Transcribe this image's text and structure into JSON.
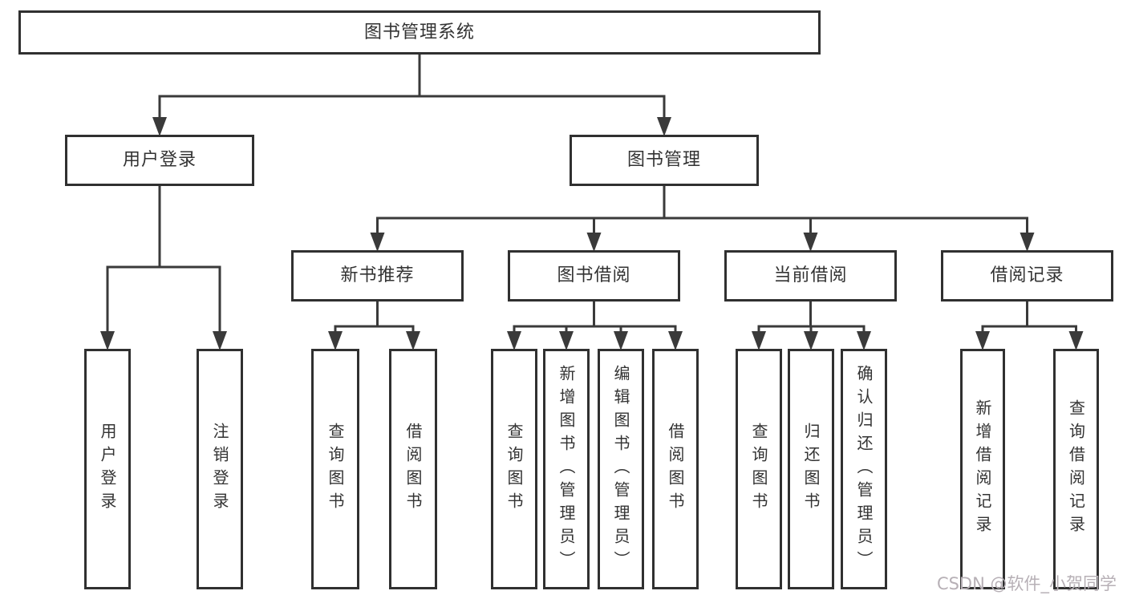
{
  "diagram": {
    "type": "tree",
    "title": "图书管理系统",
    "nodes": [
      {
        "id": "root",
        "label": "图书管理系统",
        "parent": null
      },
      {
        "id": "user-login",
        "label": "用户登录",
        "parent": "root"
      },
      {
        "id": "book-mgmt",
        "label": "图书管理",
        "parent": "root"
      },
      {
        "id": "login",
        "label": "用户登录",
        "parent": "user-login"
      },
      {
        "id": "logout",
        "label": "注销登录",
        "parent": "user-login"
      },
      {
        "id": "new-book-rec",
        "label": "新书推荐",
        "parent": "book-mgmt"
      },
      {
        "id": "book-borrow",
        "label": "图书借阅",
        "parent": "book-mgmt"
      },
      {
        "id": "current-borrow",
        "label": "当前借阅",
        "parent": "book-mgmt"
      },
      {
        "id": "borrow-record",
        "label": "借阅记录",
        "parent": "book-mgmt"
      },
      {
        "id": "rec-query-book",
        "label": "查询图书",
        "parent": "new-book-rec"
      },
      {
        "id": "rec-borrow-book",
        "label": "借阅图书",
        "parent": "new-book-rec"
      },
      {
        "id": "bb-query-book",
        "label": "查询图书",
        "parent": "book-borrow"
      },
      {
        "id": "bb-add-book",
        "label": "新增图书（管理员）",
        "parent": "book-borrow"
      },
      {
        "id": "bb-edit-book",
        "label": "编辑图书（管理员）",
        "parent": "book-borrow"
      },
      {
        "id": "bb-borrow-book",
        "label": "借阅图书",
        "parent": "book-borrow"
      },
      {
        "id": "cb-query-book",
        "label": "查询图书",
        "parent": "current-borrow"
      },
      {
        "id": "cb-return-book",
        "label": "归还图书",
        "parent": "current-borrow"
      },
      {
        "id": "cb-confirm-return",
        "label": "确认归还（管理员）",
        "parent": "current-borrow"
      },
      {
        "id": "br-add-record",
        "label": "新增借阅记录",
        "parent": "borrow-record"
      },
      {
        "id": "br-query-record",
        "label": "查询借阅记录",
        "parent": "borrow-record"
      }
    ],
    "watermark": "CSDN @软件_小贺同学",
    "colors": {
      "line": "#3a3a3a",
      "box_border": "#303030",
      "text": "#333333",
      "watermark": "#b7b0b6",
      "background": "#ffffff"
    }
  }
}
